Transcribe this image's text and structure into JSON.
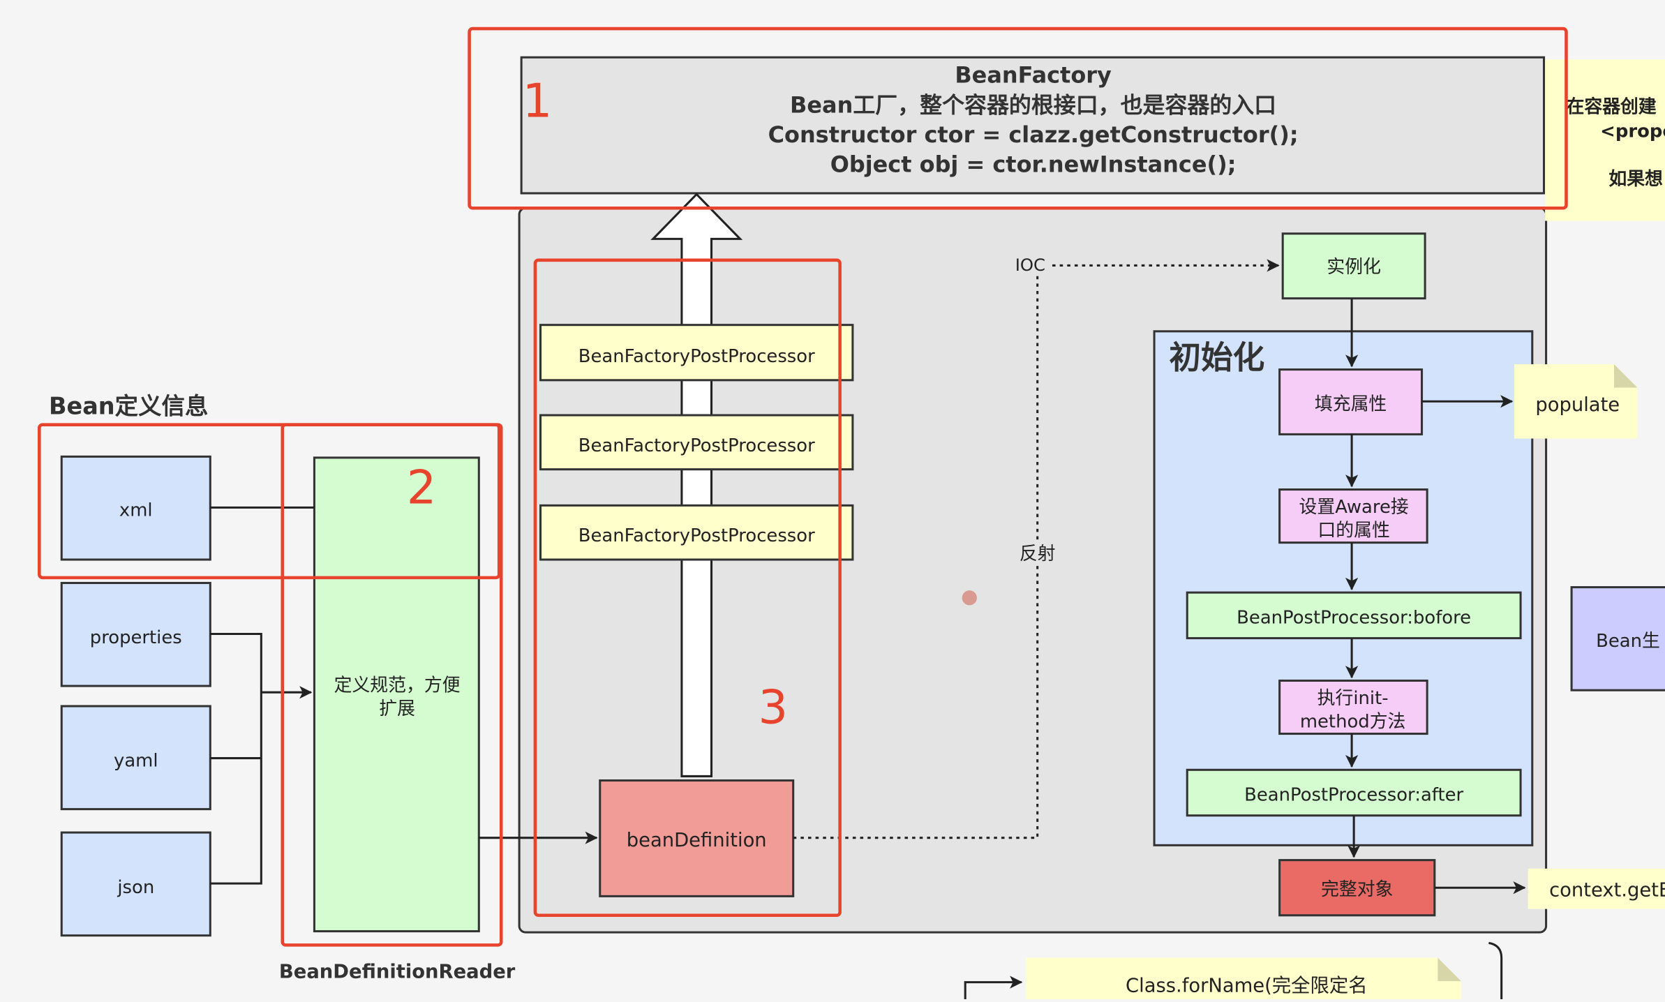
{
  "top_factory": {
    "lines": [
      "BeanFactory",
      "Bean工厂，整个容器的根接口，也是容器的入口",
      "Constructor ctor = clazz.getConstructor();",
      "Object obj  = ctor.newInstance();"
    ]
  },
  "annotations": {
    "n1": "1",
    "n2": "2",
    "n3": "3"
  },
  "bean_def_info": {
    "title": "Bean定义信息",
    "sources": [
      "xml",
      "properties",
      "yaml",
      "json"
    ]
  },
  "reader": {
    "box_lines": [
      "定义规范，方便",
      "扩展"
    ],
    "label": "BeanDefinitionReader"
  },
  "processors": [
    "BeanFactoryPostProcessor",
    "BeanFactoryPostProcessor",
    "BeanFactoryPostProcessor"
  ],
  "bean_definition": "beanDefinition",
  "connector_labels": {
    "ioc": "IOC",
    "reflect": "反射"
  },
  "instantiate": "实例化",
  "init": {
    "title": "初始化",
    "fill_props": "填充属性",
    "aware": [
      "设置Aware接",
      "口的属性"
    ],
    "before": "BeanPostProcessor:bofore",
    "init_method": [
      "执行init-",
      "method方法"
    ],
    "after": "BeanPostProcessor:after"
  },
  "complete_object": "完整对象",
  "notes": {
    "populate": "populate",
    "get_bean": "context.getB",
    "class_for_name": "Class.forName(完全限定名",
    "right_note": [
      "在容器创建",
      "<prope",
      "如果想"
    ],
    "lifecycle": "Bean生"
  },
  "colors": {
    "annotation_red": "#e8432d",
    "source_blue": "#d4e3fc",
    "reader_green": "#d4fcd0",
    "processor_yellow": "#ffffcc",
    "bean_def_red": "#f19c97",
    "init_blue": "#d4e3fc",
    "pink": "#f6cdf7",
    "complete_red": "#ea6b66",
    "container_gray": "#e4e4e4"
  }
}
